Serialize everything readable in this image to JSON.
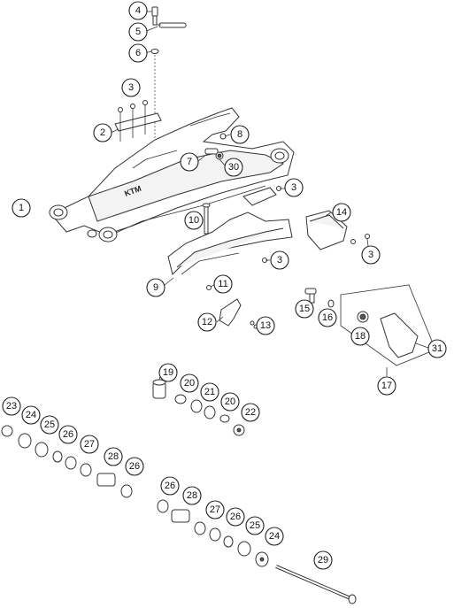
{
  "diagram": {
    "callouts": [
      {
        "id": "c4",
        "text": "4"
      },
      {
        "id": "c5",
        "text": "5"
      },
      {
        "id": "c6",
        "text": "6"
      },
      {
        "id": "c3a",
        "text": "3"
      },
      {
        "id": "c2",
        "text": "2"
      },
      {
        "id": "c8",
        "text": "8"
      },
      {
        "id": "c7",
        "text": "7"
      },
      {
        "id": "c30",
        "text": "30"
      },
      {
        "id": "c1",
        "text": "1"
      },
      {
        "id": "c3b",
        "text": "3"
      },
      {
        "id": "c14",
        "text": "14"
      },
      {
        "id": "c10",
        "text": "10"
      },
      {
        "id": "c3c",
        "text": "3"
      },
      {
        "id": "c3d",
        "text": "3"
      },
      {
        "id": "c9",
        "text": "9"
      },
      {
        "id": "c11",
        "text": "11"
      },
      {
        "id": "c15",
        "text": "15"
      },
      {
        "id": "c16",
        "text": "16"
      },
      {
        "id": "c12",
        "text": "12"
      },
      {
        "id": "c13",
        "text": "13"
      },
      {
        "id": "c18",
        "text": "18"
      },
      {
        "id": "c31",
        "text": "31"
      },
      {
        "id": "c17",
        "text": "17"
      },
      {
        "id": "c19",
        "text": "19"
      },
      {
        "id": "c20a",
        "text": "20"
      },
      {
        "id": "c21",
        "text": "21"
      },
      {
        "id": "c20b",
        "text": "20"
      },
      {
        "id": "c22",
        "text": "22"
      },
      {
        "id": "c23",
        "text": "23"
      },
      {
        "id": "c24a",
        "text": "24"
      },
      {
        "id": "c25a",
        "text": "25"
      },
      {
        "id": "c26a",
        "text": "26"
      },
      {
        "id": "c27a",
        "text": "27"
      },
      {
        "id": "c28a",
        "text": "28"
      },
      {
        "id": "c26b",
        "text": "26"
      },
      {
        "id": "c26c",
        "text": "26"
      },
      {
        "id": "c28b",
        "text": "28"
      },
      {
        "id": "c27b",
        "text": "27"
      },
      {
        "id": "c26d",
        "text": "26"
      },
      {
        "id": "c25b",
        "text": "25"
      },
      {
        "id": "c24b",
        "text": "24"
      },
      {
        "id": "c29",
        "text": "29"
      }
    ],
    "swingarm_decal": "KTM"
  }
}
